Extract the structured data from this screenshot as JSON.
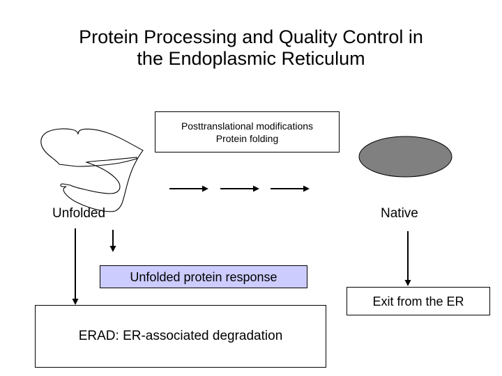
{
  "slide": {
    "title": "Protein Processing and Quality Control in the Endoplasmic Reticulum",
    "title_line1": "Protein Processing and Quality Control in",
    "title_line2": "the Endoplasmic Reticulum",
    "background_color": "#FFFFFF"
  },
  "boxes": {
    "ptm": {
      "line1": "Posttranslational modifications",
      "line2": "Protein folding",
      "fill_color": "#FFFFFF",
      "border_color": "#000000"
    },
    "upr": {
      "label": "Unfolded protein response",
      "fill_color": "#CCCCFF",
      "border_color": "#000000"
    },
    "exit": {
      "label": "Exit from the ER",
      "fill_color": "#FFFFFF",
      "border_color": "#000000"
    },
    "erad": {
      "label": "ERAD:  ER-associated degradation",
      "fill_color": "#FFFFFF",
      "border_color": "#000000"
    }
  },
  "labels": {
    "unfolded": "Unfolded",
    "native": "Native"
  },
  "shapes": {
    "unfolded_protein": {
      "name": "squiggle-unfolded-protein",
      "stroke_color": "#000000"
    },
    "native_protein": {
      "name": "gray-ellipse-native-protein",
      "fill_color": "#808080",
      "stroke_color": "#000000"
    }
  },
  "arrows": {
    "folding_step_1": "arrow-right",
    "folding_step_2": "arrow-right",
    "folding_step_3": "arrow-right",
    "unfolded_to_erad": "arrow-down",
    "unfolded_to_upr": "arrow-down",
    "native_to_exit": "arrow-down",
    "color": "#000000"
  }
}
